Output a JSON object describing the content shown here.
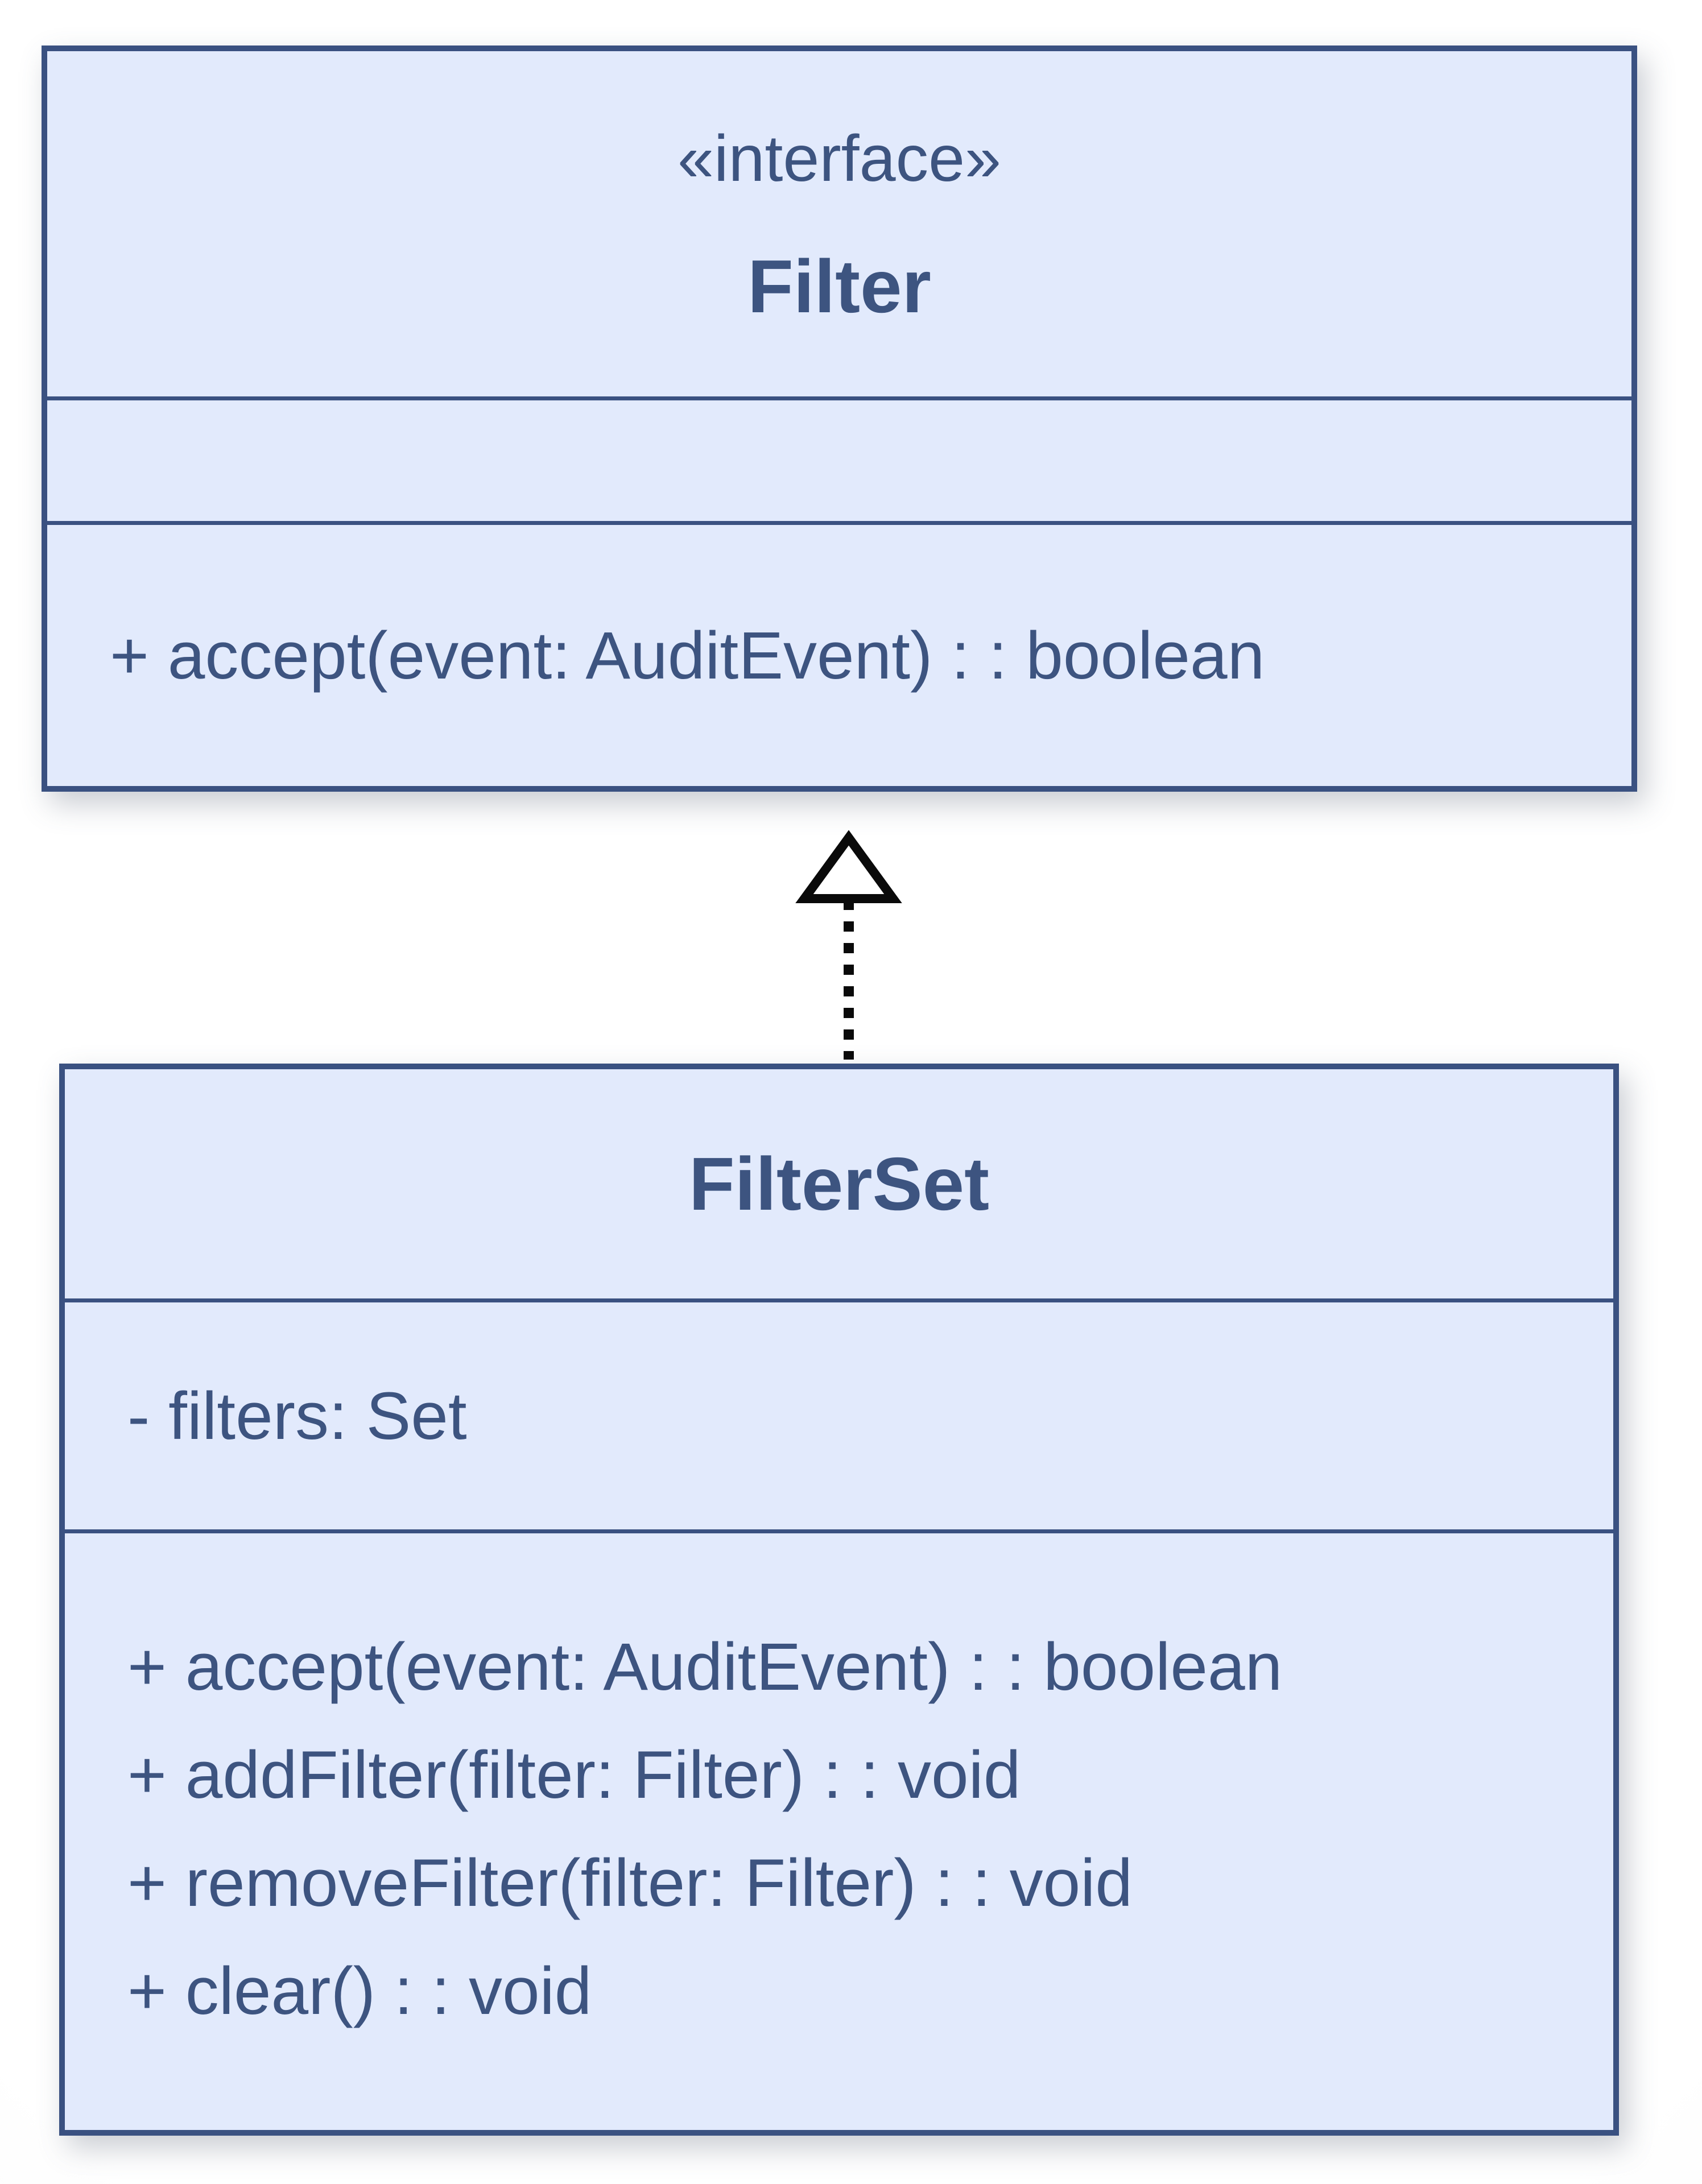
{
  "diagram": {
    "kind": "uml-class-diagram",
    "colors": {
      "box_fill": "#e2eafc",
      "box_border": "#3a5181",
      "text": "#3d5480",
      "arrow": "#0a0a0a"
    },
    "classes": [
      {
        "id": "filter",
        "stereotype": "«interface»",
        "name": "Filter",
        "attributes": [],
        "methods": [
          "+ accept(event: AuditEvent) : : boolean"
        ]
      },
      {
        "id": "filterset",
        "stereotype": "",
        "name": "FilterSet",
        "attributes": [
          "- filters: Set"
        ],
        "methods": [
          "+ accept(event: AuditEvent) : : boolean",
          "+ addFilter(filter: Filter) : : void",
          "+ removeFilter(filter: Filter) : : void",
          "+ clear() : : void"
        ]
      }
    ],
    "relationships": [
      {
        "type": "realization",
        "from": "FilterSet",
        "to": "Filter",
        "line_style": "dashed",
        "arrowhead": "hollow-triangle"
      }
    ]
  }
}
